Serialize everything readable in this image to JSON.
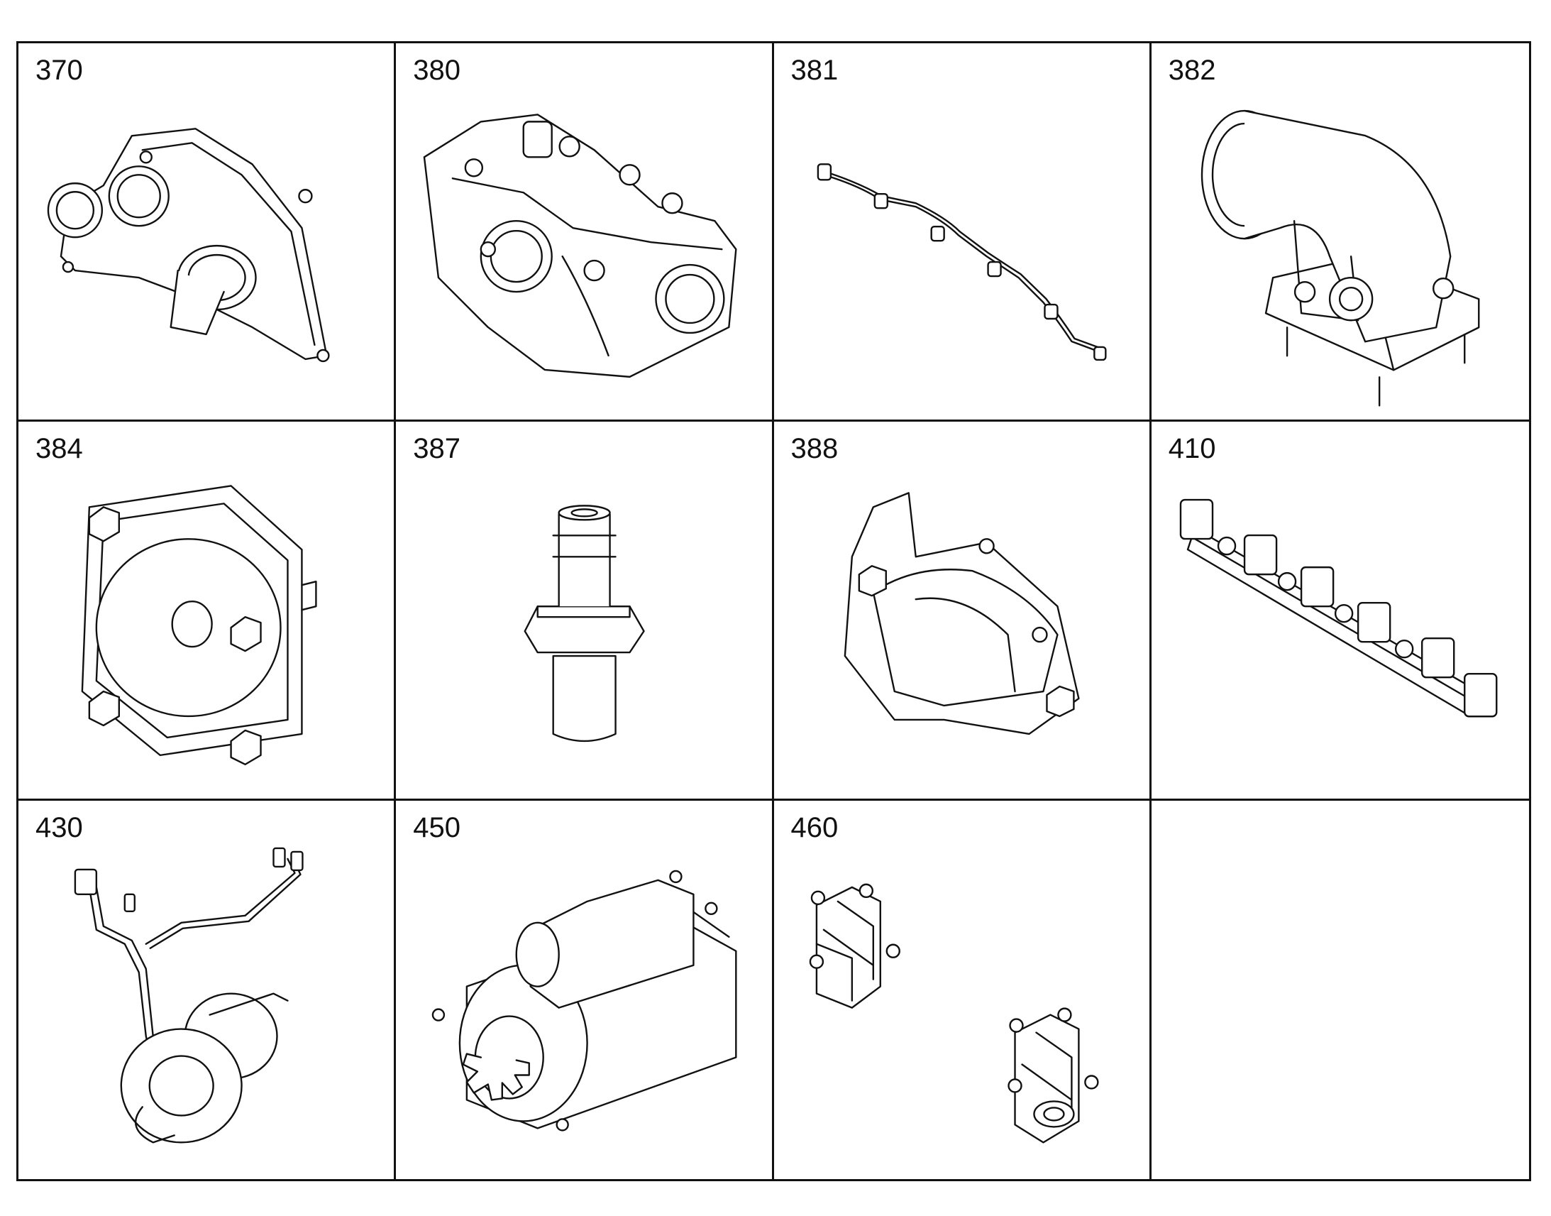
{
  "cells": [
    {
      "number": "370",
      "part_icon": "gear-housing-cover-icon"
    },
    {
      "number": "380",
      "part_icon": "housing-block-icon"
    },
    {
      "number": "381",
      "part_icon": "wiring-harness-icon"
    },
    {
      "number": "382",
      "part_icon": "intake-elbow-icon"
    },
    {
      "number": "384",
      "part_icon": "cover-plate-icon"
    },
    {
      "number": "387",
      "part_icon": "fitting-nipple-icon"
    },
    {
      "number": "388",
      "part_icon": "elbow-housing-icon"
    },
    {
      "number": "410",
      "part_icon": "exhaust-manifold-icon"
    },
    {
      "number": "430",
      "part_icon": "turbocharger-icon"
    },
    {
      "number": "450",
      "part_icon": "starter-motor-icon"
    },
    {
      "number": "460",
      "part_icon": "brackets-icon"
    },
    {
      "number": "",
      "part_icon": ""
    }
  ]
}
